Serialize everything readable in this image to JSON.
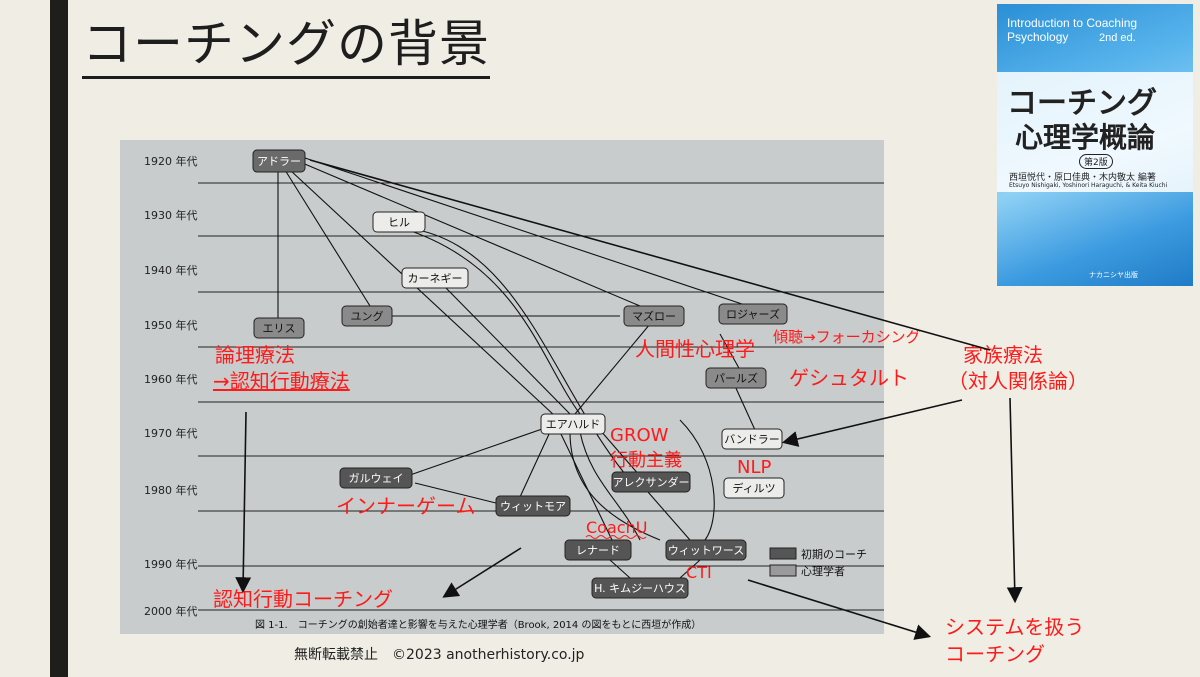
{
  "slide": {
    "title": "コーチングの背景",
    "copyright": "無断転載禁止　©2023 anotherhistory.co.jp"
  },
  "book_cover": {
    "title_en": "Introduction to Coaching Psychology",
    "edition_en": "2nd ed.",
    "title_jp_line1": "コーチング",
    "title_jp_line2": "心理学概論",
    "edition_jp": "第2版",
    "authors_jp": "西垣悦代・原口佳典・木内敬太 編著",
    "authors_en": "Etsuyo Nishigaki, Yoshinori Haraguchi, & Keita Kiuchi",
    "publisher": "ナカニシヤ出版"
  },
  "diagram": {
    "decades": [
      "1920 年代",
      "1930 年代",
      "1940 年代",
      "1950 年代",
      "1960 年代",
      "1970 年代",
      "1980 年代",
      "1990 年代",
      "2000 年代"
    ],
    "nodes": {
      "adler": "アドラー",
      "hill": "ヒル",
      "carnegie": "カーネギー",
      "ellis": "エリス",
      "jung": "ユング",
      "maslow": "マズロー",
      "rogers": "ロジャーズ",
      "perls": "パールズ",
      "erhard": "エアハルド",
      "bandler": "バンドラー",
      "gallwey": "ガルウェイ",
      "alexander": "アレクサンダー",
      "dilts": "ディルツ",
      "whitmore": "ウィットモア",
      "leonard": "レナード",
      "whitworth": "ウィットワース",
      "kimsey_house": "H. キムジーハウス"
    },
    "legend": {
      "early_coach": "初期のコーチ",
      "psychologist": "心理学者"
    },
    "caption": "図 1-1.　コーチングの創始者達と影響を与えた心理学者（Brook, 2014 の図をもとに西垣が作成）"
  },
  "annotations": {
    "rebt": "論理療法",
    "cbt": "→認知行動療法",
    "focusing": "傾聴→フォーカシング",
    "humanistic": "人間性心理学",
    "gestalt": "ゲシュタルト",
    "family_therapy": "家族療法",
    "family_therapy_sub": "（対人関係論）",
    "grow": "GROW",
    "behaviorism": "行動主義",
    "nlp": "NLP",
    "inner_game": "インナーゲーム",
    "coachu": "CoachU",
    "cti": "CTI",
    "cognitive_coaching": "認知行動コーチング",
    "systems_coaching_1": "システムを扱う",
    "systems_coaching_2": "コーチング"
  },
  "colors": {
    "annotation_red": "#ff1a1a",
    "early_coach_fill": "#5a5a5a",
    "psychologist_fill": "#ececea"
  }
}
